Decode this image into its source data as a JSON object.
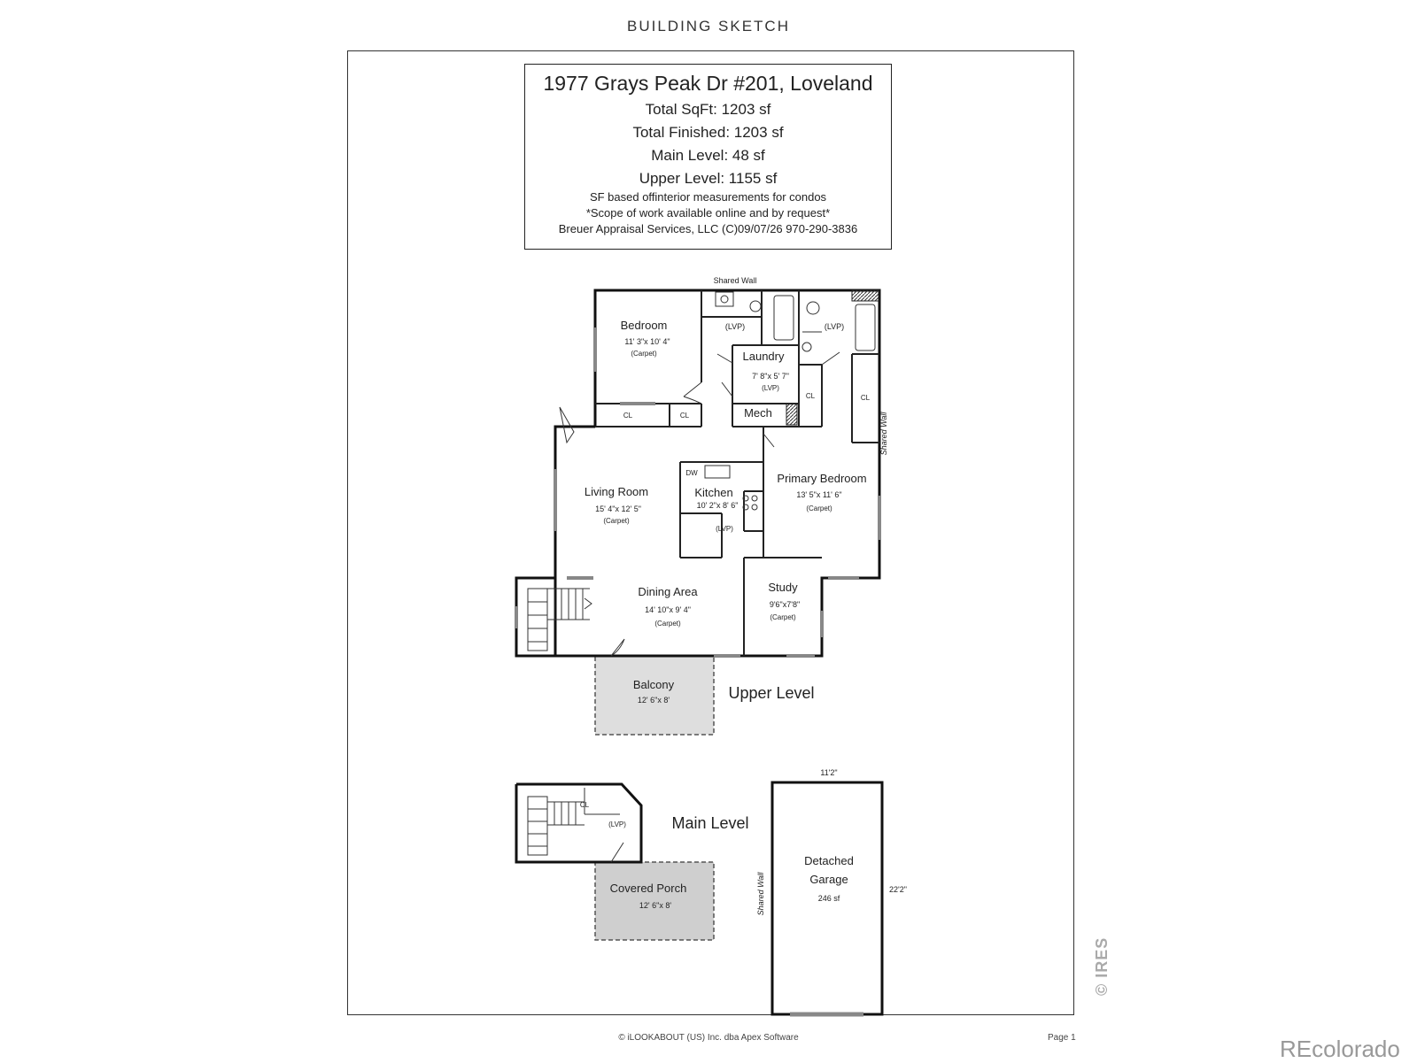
{
  "page_heading": "BUILDING SKETCH",
  "info": {
    "address": "1977 Grays Peak Dr #201, Loveland",
    "total_sqft": "Total SqFt: 1203 sf",
    "total_finished": "Total Finished: 1203 sf",
    "main_level": "Main Level: 48 sf",
    "upper_level": "Upper Level: 1155 sf",
    "note_measure": "SF based offinterior measurements for condos",
    "note_scope": "*Scope of work available online and by request*",
    "credit": "Breuer Appraisal Services, LLC (C)09/07/26 970-290-3836"
  },
  "plan_labels": {
    "shared_wall_top": "Shared Wall",
    "shared_wall_right": "Shared Wall",
    "shared_wall_garage": "Shared Wall",
    "bedroom": "Bedroom",
    "bedroom_dim": "11' 3\"x 10' 4\"",
    "carpet": "(Carpet)",
    "lvp": "(LVP)",
    "laundry": "Laundry",
    "laundry_dim": "7' 8\"x 5' 7\"",
    "mech": "Mech",
    "cl": "CL",
    "dw": "DW",
    "living": "Living Room",
    "living_dim": "15' 4\"x 12' 5\"",
    "kitchen": "Kitchen",
    "kitchen_dim": "10' 2\"x 8' 6\"",
    "primary": "Primary Bedroom",
    "primary_dim": "13' 5\"x 11' 6\"",
    "dining": "Dining Area",
    "dining_dim": "14' 10\"x 9' 4\"",
    "study": "Study",
    "study_dim": "9'6\"x7'8\"",
    "balcony": "Balcony",
    "balcony_dim": "12' 6\"x 8'",
    "upper_level": "Upper Level",
    "main_level": "Main Level",
    "porch": "Covered Porch",
    "porch_dim": "12' 6\"x 8'",
    "garage_line1": "Detached",
    "garage_line2": "Garage",
    "garage_sf": "246 sf",
    "garage_width": "11'2\"",
    "garage_depth": "22'2\""
  },
  "footer": {
    "credit": "© iLOOKABOUT (US) Inc. dba Apex Software",
    "page": "Page 1"
  },
  "watermarks": {
    "ires": "© IRES",
    "recolorado": "REcolorado"
  }
}
